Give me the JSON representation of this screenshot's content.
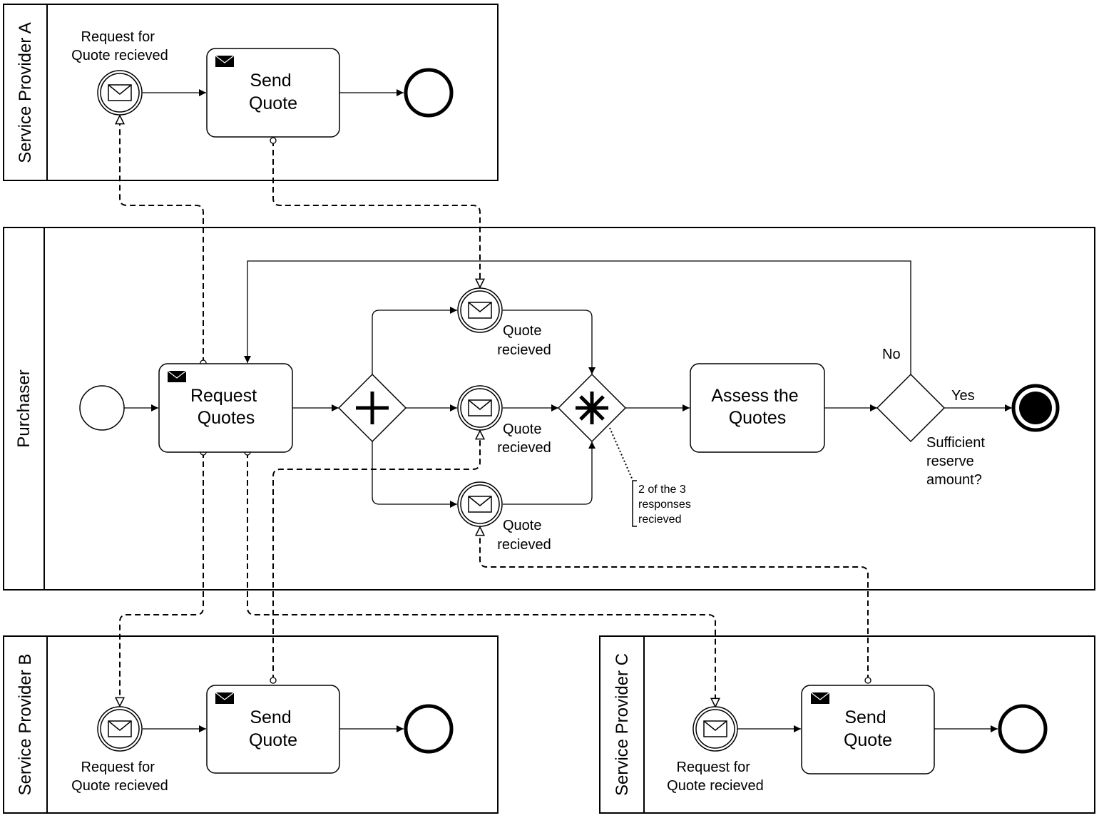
{
  "pools": {
    "provider_a": "Service Provider A",
    "purchaser": "Purchaser",
    "provider_b": "Service Provider B",
    "provider_c": "Service Provider C"
  },
  "provider_a": {
    "start_label": [
      "Request for",
      "Quote recieved"
    ],
    "task_label": [
      "Send",
      "Quote"
    ]
  },
  "provider_b": {
    "start_label": [
      "Request for",
      "Quote recieved"
    ],
    "task_label": [
      "Send",
      "Quote"
    ]
  },
  "provider_c": {
    "start_label": [
      "Request for",
      "Quote recieved"
    ],
    "task_label": [
      "Send",
      "Quote"
    ]
  },
  "purchaser": {
    "request_task": [
      "Request",
      "Quotes"
    ],
    "quote_events": [
      [
        "Quote",
        "recieved"
      ],
      [
        "Quote",
        "recieved"
      ],
      [
        "Quote",
        "recieved"
      ]
    ],
    "complex_gateway_annotation": [
      "2 of the 3",
      "responses",
      "recieved"
    ],
    "assess_task": [
      "Assess the",
      "Quotes"
    ],
    "decision_label": [
      "Sufficient",
      "reserve",
      "amount?"
    ],
    "branch_no": "No",
    "branch_yes": "Yes"
  }
}
